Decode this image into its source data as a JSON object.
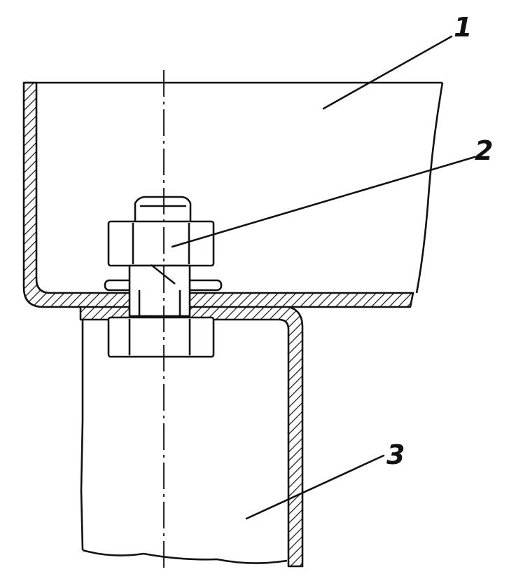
{
  "diagram": {
    "callouts": [
      {
        "label": "1",
        "part": "part-1"
      },
      {
        "label": "2",
        "part": "bolt-nut-assembly"
      },
      {
        "label": "3",
        "part": "part-3"
      }
    ]
  },
  "colors": {
    "ink": "#111111",
    "background": "#ffffff"
  }
}
